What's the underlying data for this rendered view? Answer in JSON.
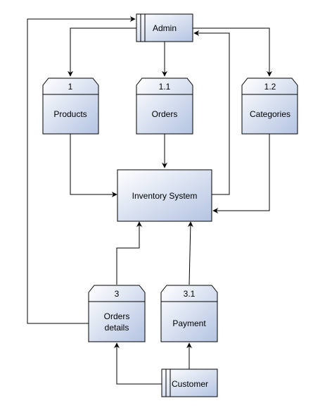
{
  "diagram": {
    "entities": {
      "admin": {
        "label": "Admin"
      },
      "customer": {
        "label": "Customer"
      }
    },
    "processes": {
      "products": {
        "id": "1",
        "label": "Products"
      },
      "orders": {
        "id": "1.1",
        "label": "Orders"
      },
      "categories": {
        "id": "1.2",
        "label": "Categories"
      },
      "orders_details": {
        "id": "3",
        "label_line1": "Orders",
        "label_line2": "details"
      },
      "payment": {
        "id": "3.1",
        "label": "Payment"
      }
    },
    "system": {
      "label": "Inventory System"
    },
    "colors": {
      "fill_top": "#ffffff",
      "fill_bottom": "#b4c4e2",
      "stroke": "#000000"
    }
  }
}
